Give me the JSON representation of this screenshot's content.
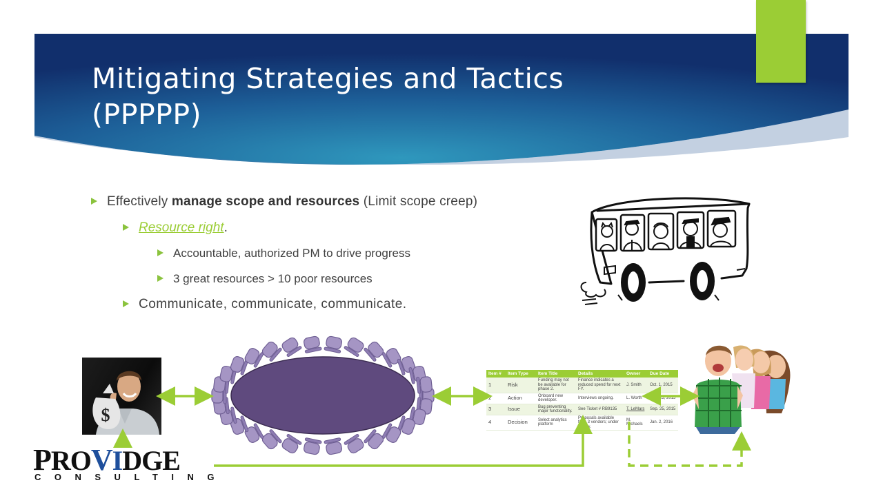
{
  "slide": {
    "title_line1": "Mitigating Strategies and Tactics",
    "title_line2": "(PPPPP)",
    "bullet1_pre": "Effectively ",
    "bullet1_bold": "manage scope and resources",
    "bullet1_post": " (Limit scope creep)",
    "bullet2_link": "Resource right",
    "bullet2_post": ".",
    "bullet3": "Accountable, authorized PM to drive progress",
    "bullet4": "3 great resources > 10 poor resources",
    "bullet5": "Communicate, communicate, communicate."
  },
  "table": {
    "headers": [
      "Item #",
      "Item Type",
      "Item Title",
      "Details",
      "Owner",
      "Due Date"
    ],
    "rows": [
      [
        "1",
        "Risk",
        "Funding may not be available for phase 2.",
        "Finance indicates a reduced spend for next FY.",
        "J. Smith",
        "Oct. 1, 2015"
      ],
      [
        "2",
        "Action",
        "Onboard new developer.",
        "Interviews ongoing.",
        "L. Worth",
        "Sep. 25, 2015"
      ],
      [
        "3",
        "Issue",
        "Bug preventing major functionality.",
        "See Ticket # RB9135",
        "T. LeMars",
        "Sep. 25, 2015"
      ],
      [
        "4",
        "Decision",
        "Select analytics platform",
        "Proposals available from 3 vendors; under review.",
        "M. Michaels",
        "Jan. 2, 2016"
      ]
    ]
  },
  "money_sign": "$",
  "logo": {
    "p": "P",
    "ro": "RO",
    "v": "V",
    "i": "I",
    "dge": "DGE",
    "sub": "CONSULTING"
  },
  "colors": {
    "accent": "#9bcd35",
    "banner_dark": "#123a78",
    "banner_light": "#2f8cb8",
    "table_purple": "#5f4a7e",
    "chair": "#a595c4"
  }
}
